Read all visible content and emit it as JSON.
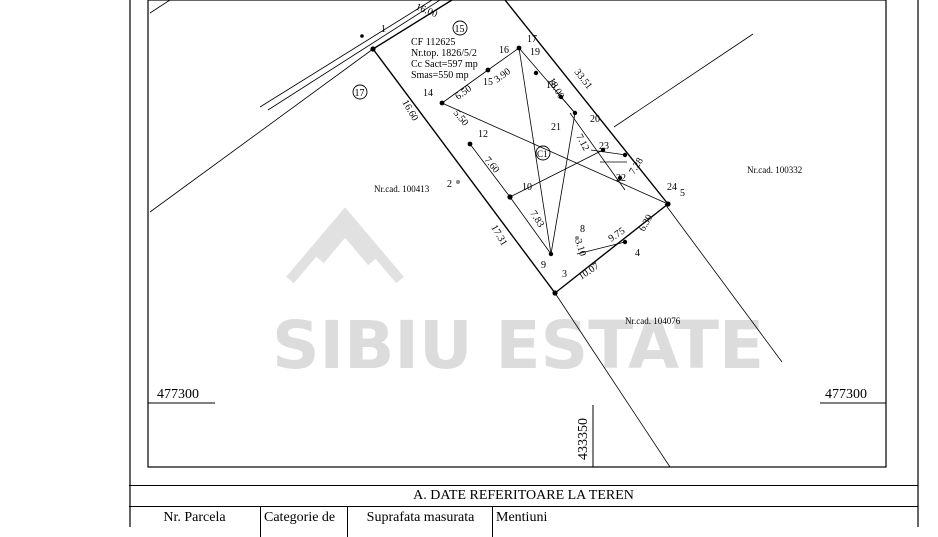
{
  "watermark": {
    "line1": "",
    "line2": "SIBIU ESTATE"
  },
  "grid": {
    "y_left": "477300",
    "y_right": "477300",
    "x_bottom": "433350"
  },
  "parcel_info": {
    "cf": "CF 112625",
    "nr_top": "Nr.top. 1826/5/2",
    "cc_sact": "Cc Sact=597 mp",
    "smas": "Smas=550 mp"
  },
  "neighbors": {
    "left": "Nr.cad. 100413",
    "right": "Nr.cad. 100332",
    "bottom": "Nr.cad. 104076"
  },
  "circled": {
    "c1": "15",
    "c2": "17",
    "c3": "C1"
  },
  "points": [
    "1",
    "2",
    "3",
    "4",
    "5",
    "8",
    "9",
    "10",
    "12",
    "14",
    "15",
    "16",
    "17",
    "18",
    "19",
    "20",
    "21",
    "22",
    "23",
    "24"
  ],
  "distances": {
    "d_top": "16.00",
    "d_1_2": "16.60",
    "d_14_15": "6.50",
    "d_15_16": "3.90",
    "d_14_12": "5.50",
    "d_12_10": "7.60",
    "d_10_9": "7.83",
    "d_2_3": "17.31",
    "d_19_20": "18.00",
    "d_right": "33.51",
    "d_21_22": "7.12",
    "d_22_24": "7.28",
    "d_8_3": "3.10",
    "d_3_4": "10.07",
    "d_4_9": "9.75",
    "d_24_4": "6.39"
  },
  "table": {
    "title": "A. DATE REFERITOARE LA TEREN",
    "headers": [
      "Nr. Parcela",
      "Categorie de",
      "Suprafata masurata",
      "Mentiuni"
    ]
  }
}
